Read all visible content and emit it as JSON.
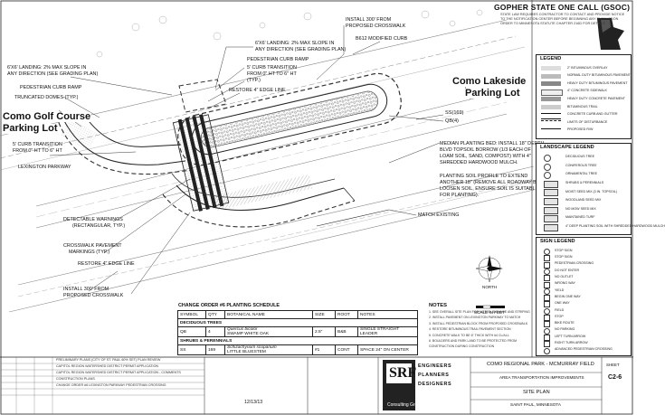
{
  "gsoc": {
    "title": "GOPHER STATE ONE CALL (GSOC)",
    "sub1": "STATE LAW REQUIRES CONTRACTOR TO CONTACT AND PROVIDE NOTICE",
    "sub2": "TO THE NOTIFICATION CENTER BEFORE BEGINNING ANY EXCAVATION",
    "sub3": "ORDER TO MINNESOTA STATUTE CHAPTER 216D FOR DETAILS"
  },
  "callouts": {
    "install_top": "INSTALL 300' FROM",
    "install_top2": "PROPOSED CROSSWALK",
    "b612": "B612 MODIFIED CURB",
    "landing_mid": "6'X6' LANDING: 2% MAX SLOPE IN",
    "landing_mid2": "ANY DIRECTION (SEE GRADING PLAN)",
    "ped_ramp_top": "PEDESTRIAN CURB RAMP",
    "curb_trans_top": "5' CURB TRANSITION",
    "curb_trans_top2": "FROM 0\" HT TO 6\" HT",
    "typ": "(TYP.)",
    "restore_top": "RESTORE 4\" EDGE LINE",
    "landing_left": "6'X6' LANDING: 2% MAX SLOPE IN",
    "landing_left2": "ANY DIRECTION (SEE GRADING PLAN)",
    "ped_ramp_left": "PEDESTRIAN CURB RAMP",
    "domes": "TRUNCATED DOMES (TYP.)",
    "curb_trans_left": "5' CURB TRANSITION",
    "curb_trans_left2": "FROM 0\" HT TO 6\" HT",
    "lexington": "LEXINGTON PARKWAY",
    "detectable": "DETECTABLE WARNINGS",
    "detectable2": "(RECTANGULAR, TYP.)",
    "crosswalk": "CROSSWALK PAVEMENT",
    "crosswalk2": "MARKINGS (TYP.)",
    "restore_bot": "RESTORE 4\" EDGE LINE",
    "install_bot": "INSTALL 300' FROM",
    "install_bot2": "PROPOSED CROSSWALK",
    "median1": "MEDIAN PLANTING BED: INSTALL 18\" DEPTH",
    "median2": "BLVD TOPSOIL BORROW (1/3 EACH OF",
    "median3": "LOAM SOIL, SAND, COMPOST) WITH 4\"",
    "median4": "SHREDDED HARDWOOD MULCH.",
    "profile1": "PLANTING SOIL PROFILE TO EXTEND",
    "profile2": "ANOTHER 18\" (REMOVE ALL ROADWAY BASE,",
    "profile3": "LOOSEN SOIL, ENSURE SOIL IS SUITABLE",
    "profile4": "FOR PLANTING).",
    "match": "MATCH EXISTING",
    "ss": "SS(169)",
    "qb": "QB(4)"
  },
  "places": {
    "golf1": "Como Golf Course",
    "golf2": "Parking Lot",
    "lake1": "Como Lakeside",
    "lake2": "Parking Lot"
  },
  "legend": {
    "title": "LEGEND",
    "items": [
      "2\" BITUMINOUS OVERLAY",
      "NORMAL DUTY BITUMINOUS PAVEMENT",
      "HEAVY DUTY BITUMINOUS PAVEMENT",
      "4\" CONCRETE SIDEWALK",
      "HEAVY DUTY CONCRETE PAVEMENT",
      "BITUMINOUS TRAIL",
      "CONCRETE CURB AND GUTTER",
      "LIMITS OF DISTURBANCE",
      "PROPOSED R/W"
    ]
  },
  "landscape": {
    "title": "LANDSCAPE LEGEND",
    "items": [
      "DECIDUOUS TREE",
      "CONIFEROUS TREE",
      "ORNAMENTAL TREE",
      "SHRUBS & PERENNIALS",
      "MOIST SEED MIX (3 IN. TOPSOIL)",
      "WOODLAND SEED MIX",
      "NO MOW SEED MIX",
      "MAINTAINED TURF",
      "4\" DEEP PLANTING SOIL WITH SHREDDED HARDWOOD MULCH"
    ]
  },
  "signs": {
    "title": "SIGN LEGEND",
    "items": [
      "STOP SIGN",
      "STOP SIGN",
      "PEDESTRIAN CROSSING",
      "DO NOT ENTER",
      "NO OUTLET",
      "WRONG WAY",
      "YIELD",
      "BEGIN ONE WAY",
      "ONE WAY",
      "FIELD",
      "STOP",
      "BIKE ROUTE",
      "NO PARKING",
      "LEFT TURN ARROW",
      "RIGHT TURN ARROW",
      "ADVANCED PEDESTRIAN CROSSING"
    ]
  },
  "schedule": {
    "title": "CHANGE ORDER #6 PLANTING SCHEDULE",
    "headers": [
      "SYMBOL",
      "QTY",
      "BOTANICAL NAME",
      "SIZE",
      "ROOT",
      "NOTES"
    ],
    "section1": "DECIDUOUS TREES",
    "row1": [
      "QB",
      "4",
      "Quercus bicolor",
      "SWAMP WHITE OAK",
      "2.5\"",
      "B&B",
      "SINGLE STRAIGHT LEADER"
    ],
    "section2": "SHRUBS & PERENNIALS",
    "row2": [
      "SS",
      "169",
      "Schizachyrium scoparium",
      "LITTLE BLUESTEM",
      "#1",
      "CONT",
      "SPACE 24\" ON CENTER"
    ]
  },
  "notes": {
    "title": "NOTES",
    "lines": [
      "1. SEE OVERALL SITE PLAN FOR NOTES, SIGNAGE AND STRIPING",
      "2. INSTALL PAVEMENT ON LEXINGTON PARKWAY TO MATCH",
      "3. INSTALL PEDESTRIAN BLOCK FROM PROPOSED CROSSWALK",
      "4. RESTORE BITUMINOUS TRAIL PAVEMENT SECTION",
      "5. CONCRETE WALK TO BE 6\" THICK WITH #4 CL/ALL",
      "6. BOULDERS AND PARK LAND TO BE PROTECTED FROM",
      "   CONSTRUCTION DURING CONSTRUCTION"
    ]
  },
  "titleblock": {
    "firm1": "ENGINEERS",
    "firm2": "PLANNERS",
    "firm3": "DESIGNERS",
    "consult": "Consulting Group, Inc.",
    "logo": "SRF",
    "project": "COMO REGIONAL PARK - MCMURRAY FIELD",
    "subproj": "AREA TRANSPORTATION IMPROVEMENTS",
    "sheet_title": "SITE PLAN",
    "city": "SAINT PAUL, MINNESOTA",
    "sheet_label": "SHEET",
    "sheet_no": "C2-6",
    "date": "12/13/13"
  },
  "revisions": [
    "PRELIMINARY PLANS (CITY OF ST. PAUL 60% SET) PLAN REVIEW",
    "CAPITOL REGION WATERSHED DISTRICT PERMIT APPLICATION",
    "CAPITOL REGION WATERSHED DISTRICT PERMIT APPLICATION - COMMENTS",
    "CONSTRUCTION PLANS",
    "CHANGE ORDER #6 LEXINGTON PARKWAY PEDESTRIAN CROSSING"
  ],
  "north": "NORTH",
  "scale": "SCALE IN FEET",
  "colors": {
    "ink": "#111111",
    "line": "#555555",
    "hatch": "#888888"
  }
}
